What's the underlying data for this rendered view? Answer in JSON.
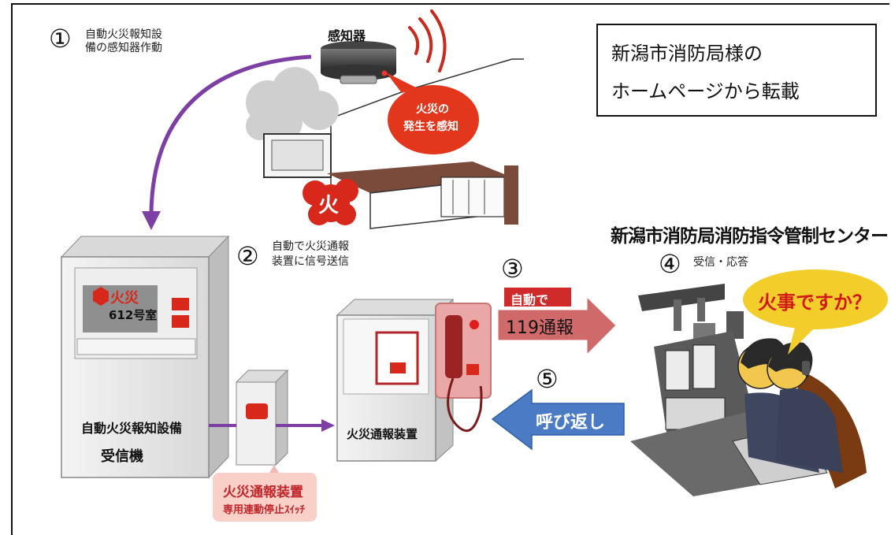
{
  "source_note": {
    "line1": "新潟市消防局様の",
    "line2": "ホームページから転載"
  },
  "steps": [
    {
      "num": "①",
      "line1": "自動火災報知設",
      "line2": "備の感知器作動"
    },
    {
      "num": "②",
      "line1": "自動で火災通報",
      "line2": "装置に信号送信"
    },
    {
      "num": "③",
      "line1": "自動で"
    },
    {
      "num": "④",
      "line1": "受信・応答"
    },
    {
      "num": "⑤"
    }
  ],
  "detector": {
    "label": "感知器",
    "bubble_line1": "火災の",
    "bubble_line2": "発生を感知"
  },
  "fire_glyph": "火",
  "receiver": {
    "panel_title": "火災",
    "panel_room": "612号室",
    "label_line1": "自動火災報知設備",
    "label_line2": "受信機"
  },
  "alarm_device": {
    "label": "火災通報装置"
  },
  "stop_switch": {
    "line1": "火災通報装置",
    "line2": "専用連動停止ｽｲｯﾁ"
  },
  "arrow_119": {
    "label": "119通報"
  },
  "arrow_callback": {
    "label": "呼び返し"
  },
  "center": {
    "title": "新潟市消防局消防指令管制センター",
    "speech": "火事ですか？"
  },
  "colors": {
    "purple_arrow": "#7d3fa6",
    "red": "#d8281c",
    "pink_arrow": "#d06a6a",
    "blue_arrow": "#4a7bc4"
  }
}
